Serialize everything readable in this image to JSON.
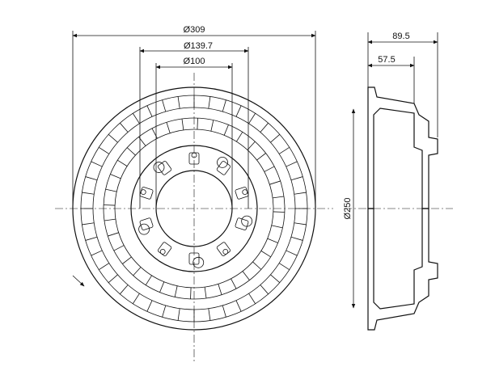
{
  "dimensions": {
    "front_view": {
      "outer_diameter": "Ø309",
      "bolt_circle": "Ø139.7",
      "center_bore": "Ø100"
    },
    "side_view": {
      "overall_height": "89.5",
      "hub_height": "57.5",
      "drum_inner_diameter": "Ø250"
    }
  }
}
